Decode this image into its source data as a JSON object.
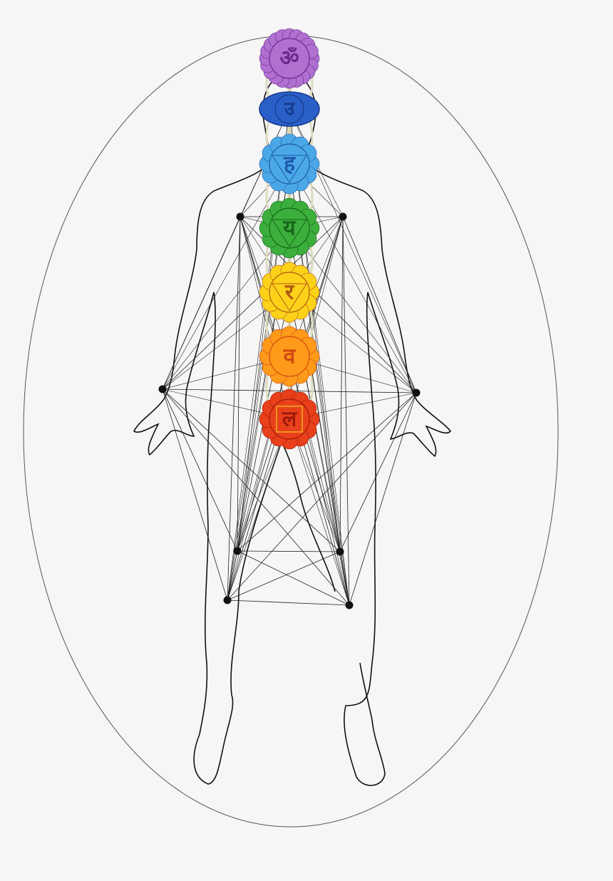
{
  "background": "#f6f6f6",
  "line_color": "#222222",
  "chakras": [
    {
      "name": "crown",
      "glyph": "ॐ",
      "color": "#b070d0",
      "dark": "#6a2a90"
    },
    {
      "name": "third-eye",
      "glyph": "उ",
      "color": "#2a5fc8",
      "dark": "#163a8a"
    },
    {
      "name": "throat",
      "glyph": "ह",
      "color": "#4aa8e8",
      "dark": "#1e5aa8"
    },
    {
      "name": "heart",
      "glyph": "य",
      "color": "#3cae3c",
      "dark": "#15661a"
    },
    {
      "name": "solar-plexus",
      "glyph": "र",
      "color": "#ffd21a",
      "dark": "#b05a10"
    },
    {
      "name": "sacral",
      "glyph": "व",
      "color": "#ff9a1a",
      "dark": "#d04a10"
    },
    {
      "name": "root",
      "glyph": "ल",
      "color": "#e8401a",
      "dark": "#a01a0a"
    }
  ]
}
